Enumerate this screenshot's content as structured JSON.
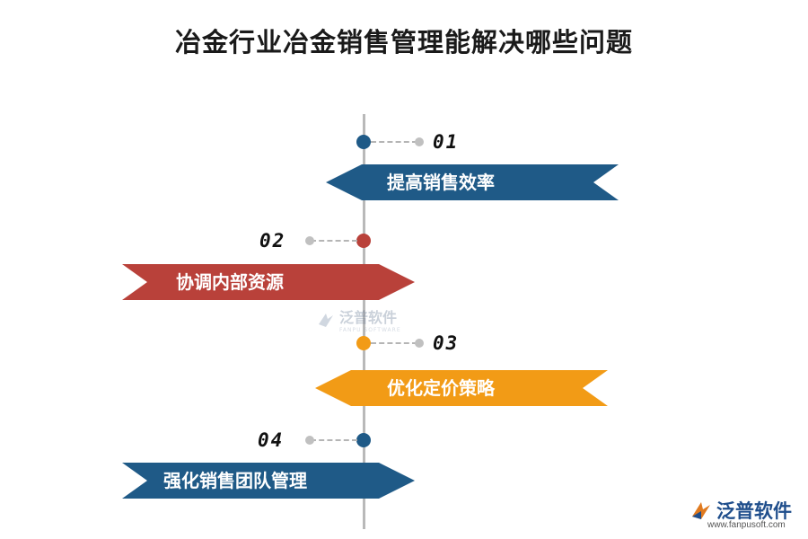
{
  "title": "冶金行业冶金销售管理能解决哪些问题",
  "colors": {
    "blue": "#1f5a87",
    "red": "#b9413a",
    "orange": "#f29b16",
    "axis": "#b9b9b9",
    "connector": "#b5b5b5"
  },
  "items": [
    {
      "number": "01",
      "label": "提高销售效率",
      "color": "#1f5a87"
    },
    {
      "number": "02",
      "label": "协调内部资源",
      "color": "#b9413a"
    },
    {
      "number": "03",
      "label": "优化定价策略",
      "color": "#f29b16"
    },
    {
      "number": "04",
      "label": "强化销售团队管理",
      "color": "#1f5a87"
    }
  ],
  "watermark": {
    "text": "泛普软件",
    "sub": "FANPU SOFTWARE"
  },
  "logo": {
    "brand": "泛普软件",
    "url": "www.fanpusoft.com"
  }
}
